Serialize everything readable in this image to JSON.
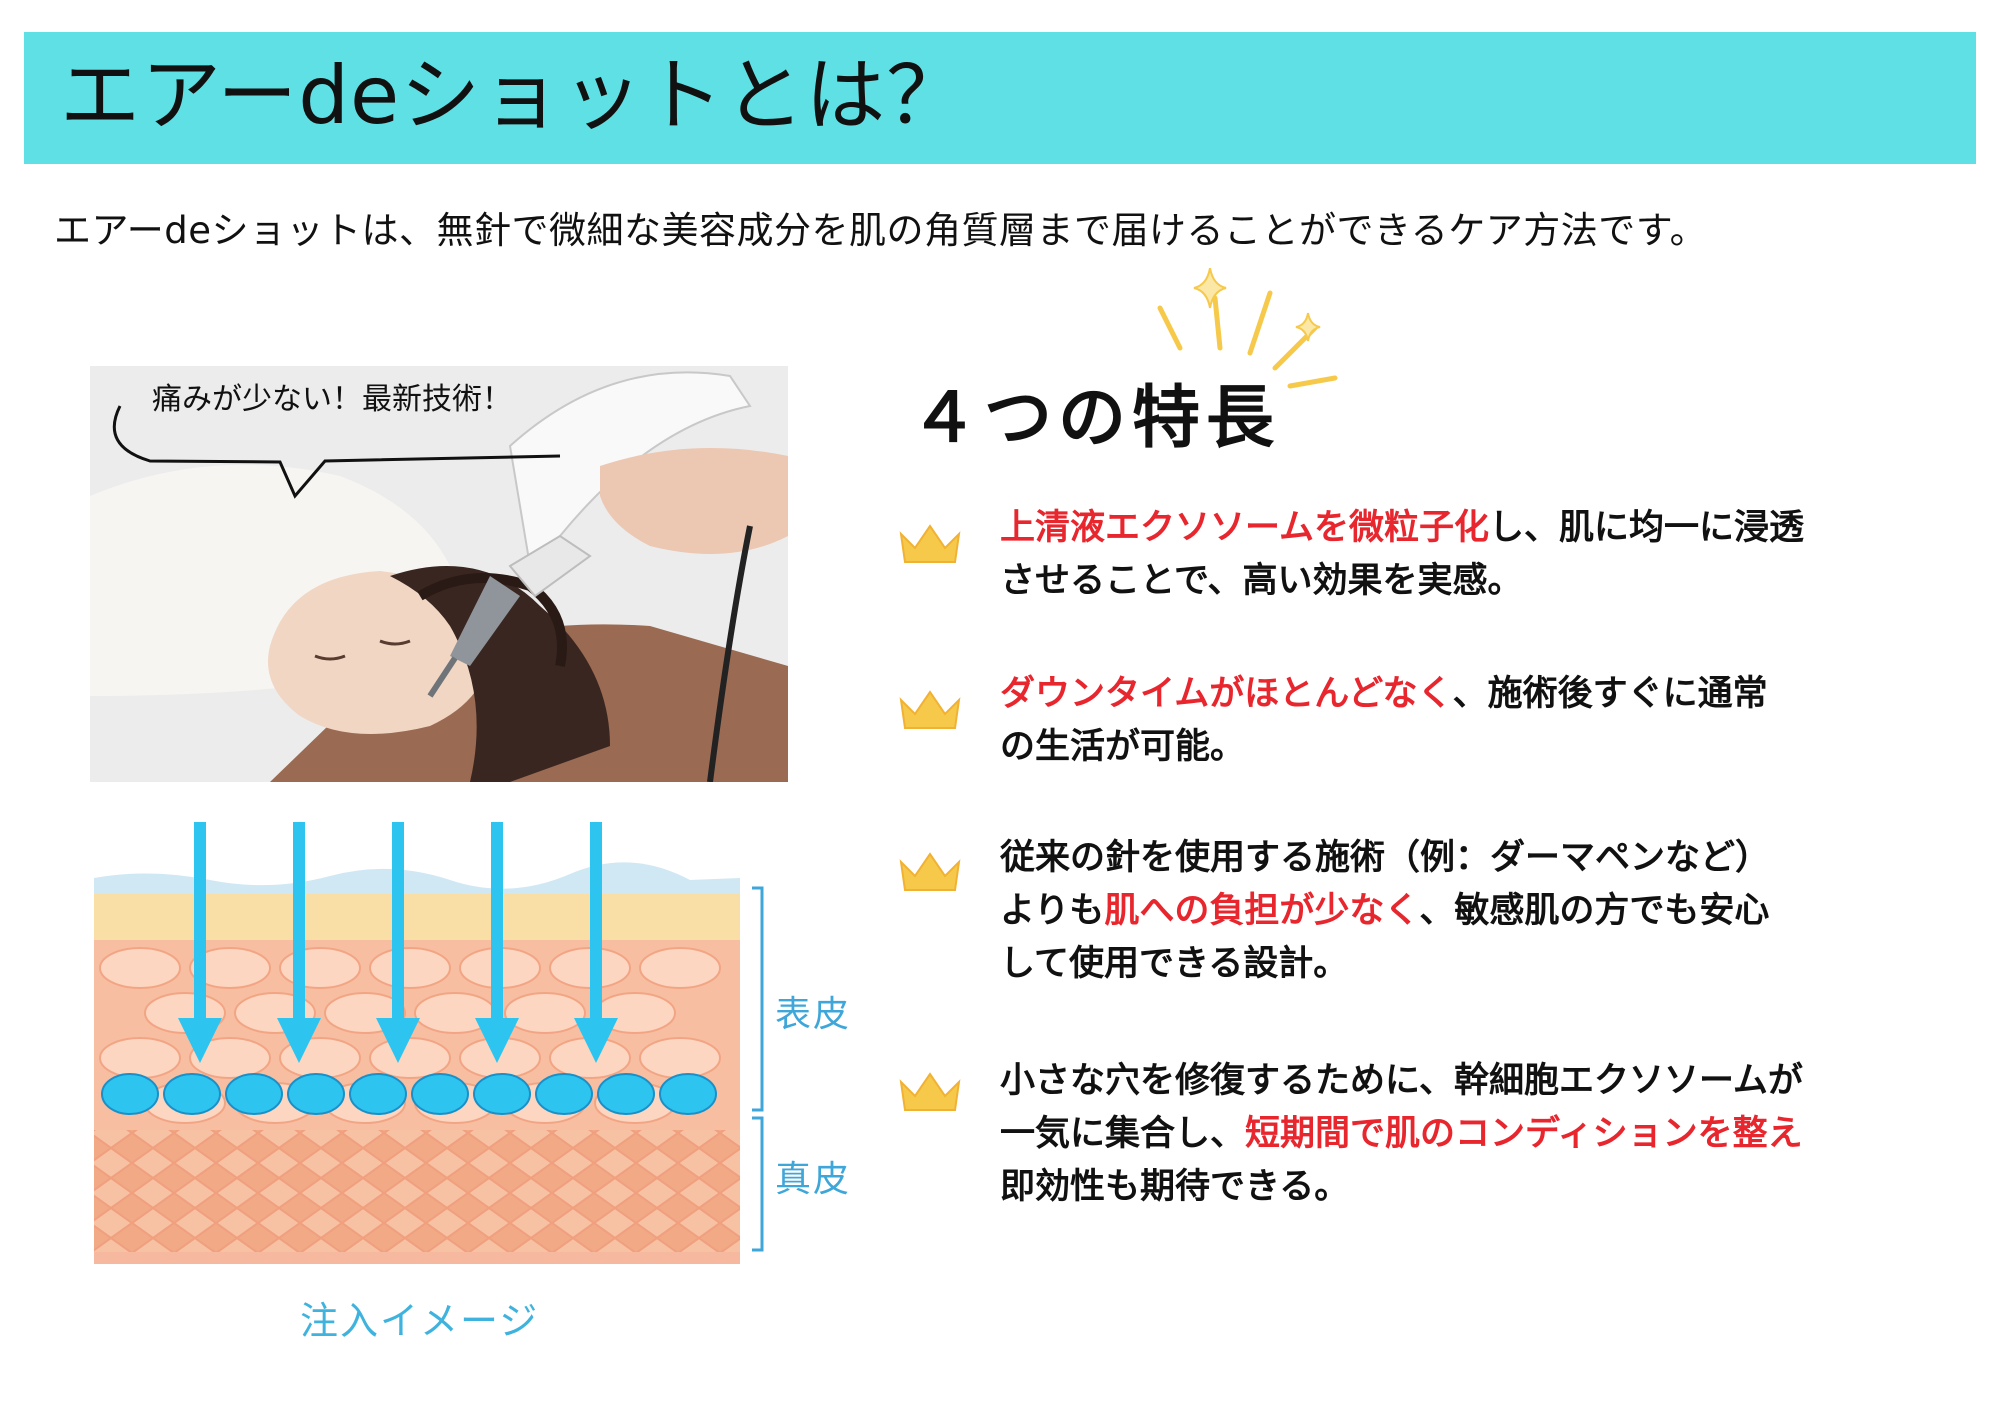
{
  "header": {
    "title": "エアーdeショットとは？"
  },
  "intro": {
    "text": "エアーdeショットは、無針で微細な美容成分を肌の角質層まで届けることができるケア方法です。"
  },
  "photo": {
    "speech_bubble": "痛みが少ない！最新技術！"
  },
  "diagram": {
    "label_epidermis": "表皮",
    "label_dermis": "真皮",
    "caption": "注入イメージ"
  },
  "features": {
    "title": "４つの特長",
    "items": [
      {
        "red": "上清液エクソソームを微粒子化",
        "line1_rest": "し、肌に均一に浸透",
        "line2": "させることで、高い効果を実感。"
      },
      {
        "red": "ダウンタイムがほとんどなく",
        "line1_rest": "、施術後すぐに通常",
        "line2": "の生活が可能。"
      },
      {
        "line1": "従来の針を使用する施術（例：ダーマペンなど）",
        "line2_pre": "よりも",
        "red": "肌への負担が少なく",
        "line2_post": "、敏感肌の方でも安心",
        "line3": "して使用できる設計。"
      },
      {
        "line1": "小さな穴を修復するために、幹細胞エクソソームが",
        "line2_pre": "一気に集合し、",
        "red": "短期間で肌のコンディションを整え",
        "line3": "即効性も期待できる。"
      }
    ]
  },
  "colors": {
    "banner": "#5ee0e4",
    "accent_red": "#e8262e",
    "arrow_blue": "#2ec4f0",
    "crown_gold": "#f6c94a"
  }
}
